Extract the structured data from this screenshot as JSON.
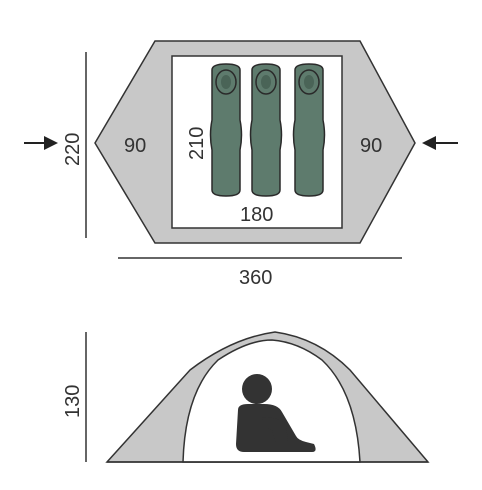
{
  "plan_view": {
    "height_label": "220",
    "vestibule_left_label": "90",
    "vestibule_right_label": "90",
    "inner_length_label": "210",
    "inner_width_label": "180",
    "total_length_label": "360",
    "sleeping_bags": 3
  },
  "side_view": {
    "height_label": "130"
  },
  "colors": {
    "outline": "#333333",
    "vestibule_fill": "#c8c8c8",
    "inner_fill": "#ffffff",
    "bag_fill": "#5e7b6d",
    "bag_stroke": "#2a2a2a",
    "person_fill": "#333333"
  },
  "icons": {
    "entrance_arrow_left": "arrow-right-icon",
    "entrance_arrow_right": "arrow-left-icon",
    "person": "seated-person-icon"
  }
}
